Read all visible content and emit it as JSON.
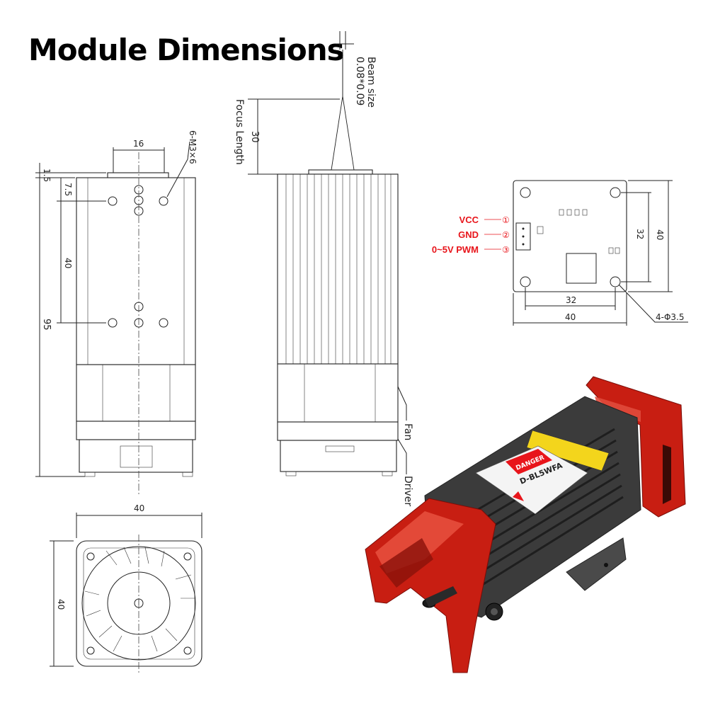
{
  "title": "Module Dimensions",
  "dimensions": {
    "top_offset": "1.5",
    "hole_spacing": "16",
    "screws": "6-M3×6",
    "hole_offset": "7.5",
    "hole_pitch": "40",
    "length": "95",
    "width": "40",
    "fan_height": "40",
    "focus_length_value": "30",
    "focus_length_label": "Focus Length",
    "beam_size_label": "Beam size",
    "beam_size_value": "0.08*0.09",
    "board_hole_span_h": "32",
    "board_width": "40",
    "board_hole_span_v": "32",
    "board_height": "40",
    "board_holes": "4-Φ3.5"
  },
  "callouts": {
    "fan": "Fan",
    "driver": "Driver"
  },
  "pins": [
    {
      "label": "VCC",
      "num": "①"
    },
    {
      "label": "GND",
      "num": "②"
    },
    {
      "label": "0~5V PWM",
      "num": "③"
    }
  ],
  "product": {
    "warning_tag": "DANGER",
    "model": "D-BL5WFA",
    "colors": {
      "shroud": "#c81e12",
      "body": "#3b3b3b",
      "label": "#f3d51c"
    }
  }
}
